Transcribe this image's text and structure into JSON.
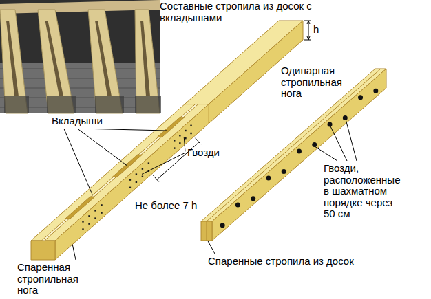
{
  "diagram": {
    "title": "Составные стропила из досок с вкладышами",
    "labels": [
      "h",
      "Одинарная стропильная нога",
      "Вкладыши",
      "Гвозди",
      "Не более 7 h",
      "Гвозди, расположенные в шахматном порядке через 50 см",
      "Спаренная стропильная нога",
      "Спаренные стропила из досок"
    ]
  }
}
